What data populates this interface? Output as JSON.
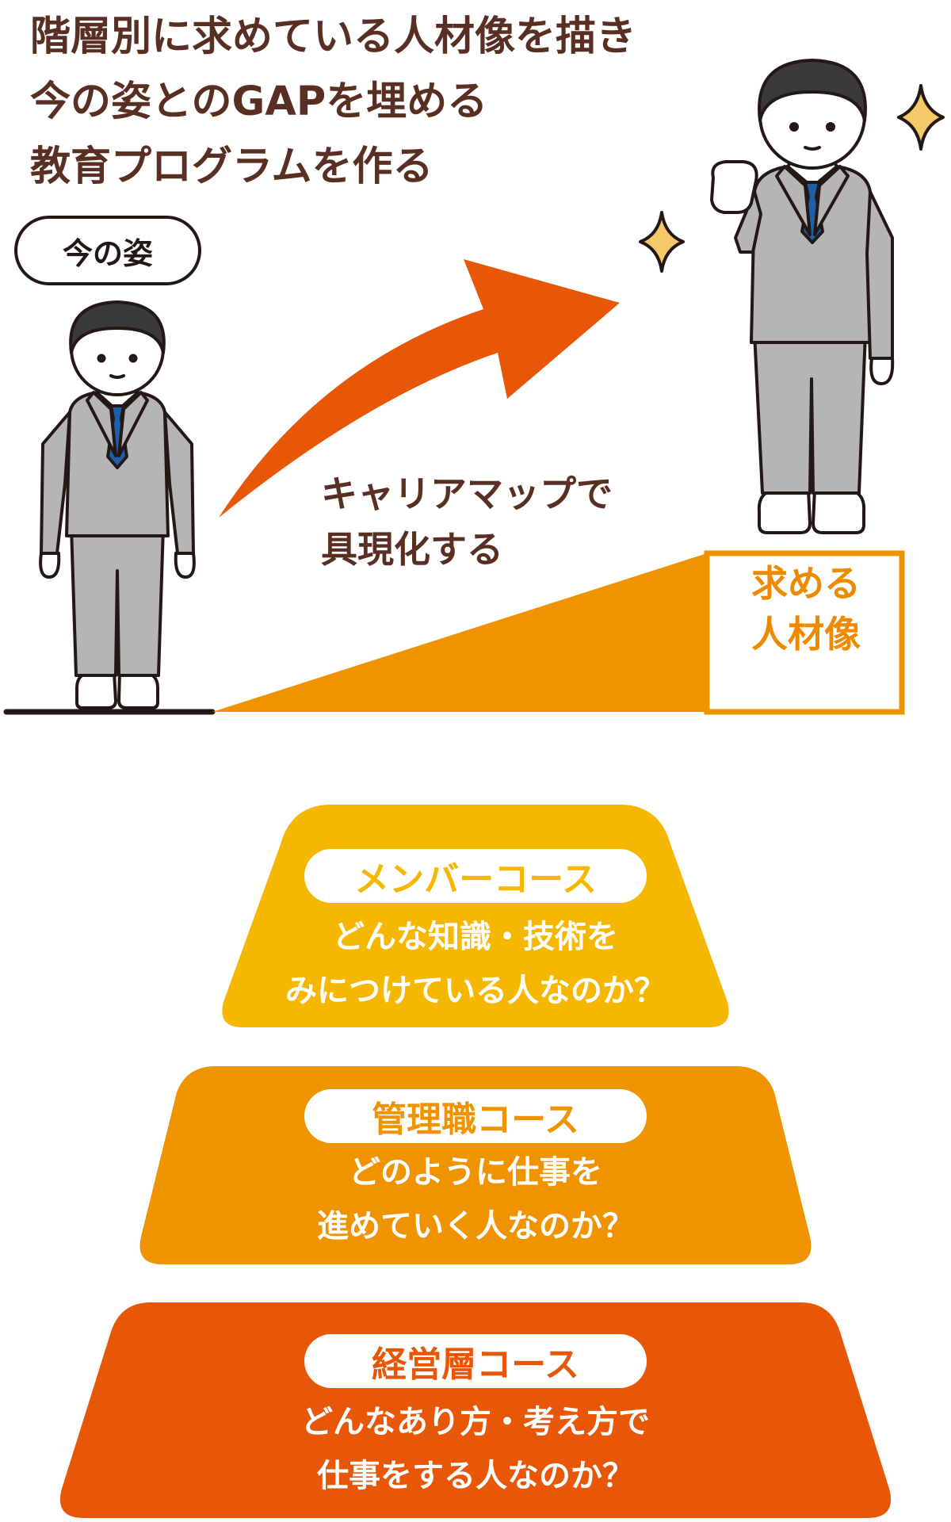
{
  "headline": {
    "lines": [
      "階層別に求めている人材像を描き",
      "今の姿とのGAPを埋める",
      "教育プログラムを作る"
    ]
  },
  "current_label": "今の姿",
  "career_map_caption": {
    "lines": [
      "キャリアマップで",
      "具現化する"
    ]
  },
  "target_label": {
    "lines": [
      "求める",
      "人材像"
    ]
  },
  "tiers": [
    {
      "title": "メンバーコース",
      "color": "#f5b700",
      "lines": [
        "どんな知識・技術を",
        "みにつけている人なのか？"
      ]
    },
    {
      "title": "管理職コース",
      "color": "#ef9400",
      "lines": [
        "どのように仕事を",
        "進めていく人なのか？"
      ]
    },
    {
      "title": "経営層コース",
      "color": "#e85608",
      "lines": [
        "どんなあり方・考え方で",
        "仕事をする人なのか？"
      ]
    }
  ],
  "colors": {
    "heading_text": "#5a2f23",
    "arrow": "#e85608",
    "ramp": "#ef9400",
    "suit": "#b5b5b6",
    "tie": "#1f5fa8",
    "sparkle": "#f5c96a"
  }
}
